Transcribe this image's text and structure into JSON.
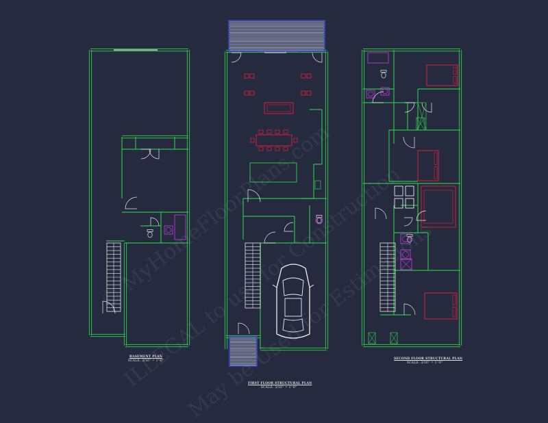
{
  "colors": {
    "background": "#252a3e",
    "wall": "#2fc04a",
    "wall_inner": "#1f9a38",
    "furniture": "#d7213c",
    "fixture": "#b83ad6",
    "stair": "#e9e9ee",
    "door": "#e9e9ee",
    "car": "#f2f2f5",
    "deck": "#c6c9d2",
    "deck_edge": "#3c4cd8",
    "text": "#dfe3ea"
  },
  "watermark": {
    "line1": "© MyHomeFloorPlans.com",
    "line2": "ILLEGAL to use for Construction",
    "line3": "May be Used for Estimations"
  },
  "plans": {
    "basement": {
      "title": "BASEMENT PLAN",
      "scale": "SCALE: 3/16\" = 1'-0\""
    },
    "first_floor": {
      "title": "FIRST FLOOR STRUCTURAL PLAN",
      "scale": "SCALE: 3/16\" = 1'-0\""
    },
    "second_floor": {
      "title": "SECOND FLOOR STRUCTURAL PLAN",
      "scale": "SCALE: 3/16\" = 1'-0\""
    }
  }
}
